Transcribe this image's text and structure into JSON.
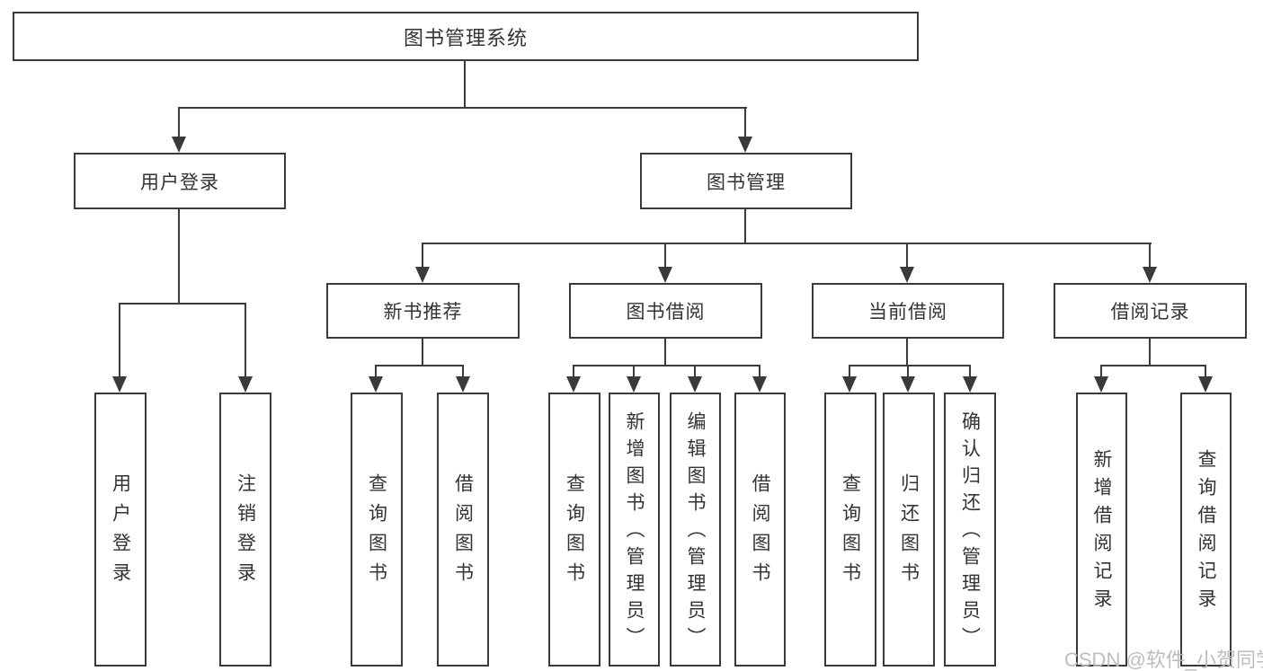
{
  "tree": {
    "root": {
      "label": "图书管理系统"
    },
    "children": [
      {
        "label": "用户登录",
        "children": [
          {
            "label": "用户登录"
          },
          {
            "label": "注销登录"
          }
        ]
      },
      {
        "label": "图书管理",
        "children": [
          {
            "label": "新书推荐",
            "children": [
              {
                "label": "查询图书"
              },
              {
                "label": "借阅图书"
              }
            ]
          },
          {
            "label": "图书借阅",
            "children": [
              {
                "label": "查询图书"
              },
              {
                "label": "新增图书（管理员）"
              },
              {
                "label": "编辑图书（管理员）"
              },
              {
                "label": "借阅图书"
              }
            ]
          },
          {
            "label": "当前借阅",
            "children": [
              {
                "label": "查询图书"
              },
              {
                "label": "归还图书"
              },
              {
                "label": "确认归还（管理员）"
              }
            ]
          },
          {
            "label": "借阅记录",
            "children": [
              {
                "label": "新增借阅记录"
              },
              {
                "label": "查询借阅记录"
              }
            ]
          }
        ]
      }
    ]
  },
  "colors": {
    "line": "#3a3a3a",
    "text": "#333333",
    "watermark": "#b9b9b9",
    "background": "#ffffff"
  },
  "watermark": {
    "text": "CSDN @软件_小贺同学"
  }
}
